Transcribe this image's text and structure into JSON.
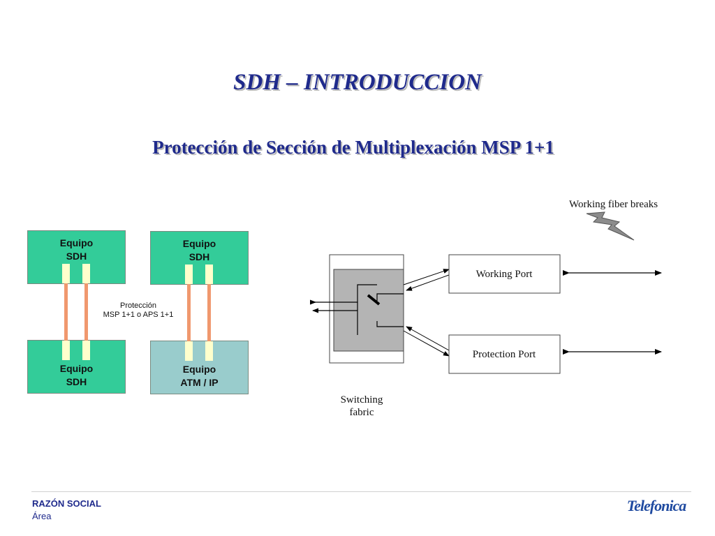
{
  "slide": {
    "title": "SDH – INTRODUCCION",
    "subtitle": "Protección de Sección de Multiplexación MSP 1+1"
  },
  "left_diagram": {
    "box_top_left": {
      "line1": "Equipo",
      "line2": "SDH"
    },
    "box_top_right": {
      "line1": "Equipo",
      "line2": "SDH"
    },
    "box_bottom_left": {
      "line1": "Equipo",
      "line2": "SDH"
    },
    "box_bottom_right": {
      "line1": "Equipo",
      "line2": "ATM / IP"
    },
    "protection_label": {
      "line1": "Protección",
      "line2": "MSP 1+1 o APS 1+1"
    },
    "colors": {
      "green": "#33cc99",
      "teal": "#99cccc",
      "fiber": "#f0986e",
      "stub": "#ffffcc"
    }
  },
  "right_diagram": {
    "working_break_label": "Working fiber breaks",
    "working_port": "Working Port",
    "protection_port": "Protection Port",
    "switching_fabric": {
      "line1": "Switching",
      "line2": "fabric"
    },
    "lightning_icon": "lightning-bolt-icon"
  },
  "footer": {
    "company": "RAZÓN SOCIAL",
    "area": "Área",
    "logo": "Telefonica"
  }
}
